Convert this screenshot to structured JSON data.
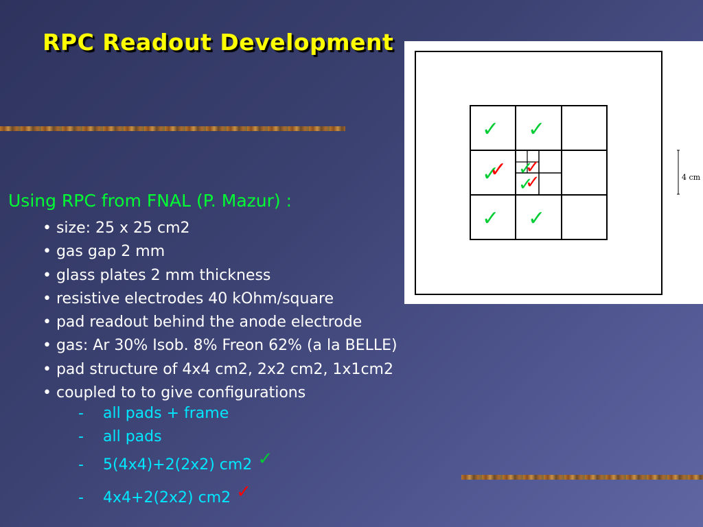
{
  "slide": {
    "title": "RPC Readout Development",
    "heading": "Using RPC from FNAL (P. Mazur) :",
    "bullets": [
      "• size: 25 x 25 cm2",
      "• gas gap 2 mm",
      "• glass plates 2 mm thickness",
      "• resistive electrodes 40 kOhm/square",
      "• pad readout behind the anode electrode",
      "• gas: Ar 30% Isob. 8% Freon 62% (a la BELLE)",
      "• pad structure of 4x4 cm2, 2x2 cm2, 1x1cm2",
      "• coupled to to give configurations"
    ],
    "sub_items": [
      {
        "dash": "-",
        "label": "all pads + frame",
        "check": ""
      },
      {
        "dash": "-",
        "label": "all pads",
        "check": ""
      },
      {
        "dash": "-",
        "label": "5(4x4)+2(2x2) cm2",
        "check": "✓"
      },
      {
        "dash": "-",
        "label": "4x4+2(2x2) cm2",
        "check": "✓"
      }
    ],
    "figure": {
      "scale_label": "4 cm",
      "check_glyph": "✓"
    },
    "colors": {
      "title": "#ffff00",
      "heading": "#00ff33",
      "bullet_text": "#ffffff",
      "sub_text": "#00e8ff",
      "check_green": "#00cc33",
      "check_red": "#ff0000"
    }
  }
}
